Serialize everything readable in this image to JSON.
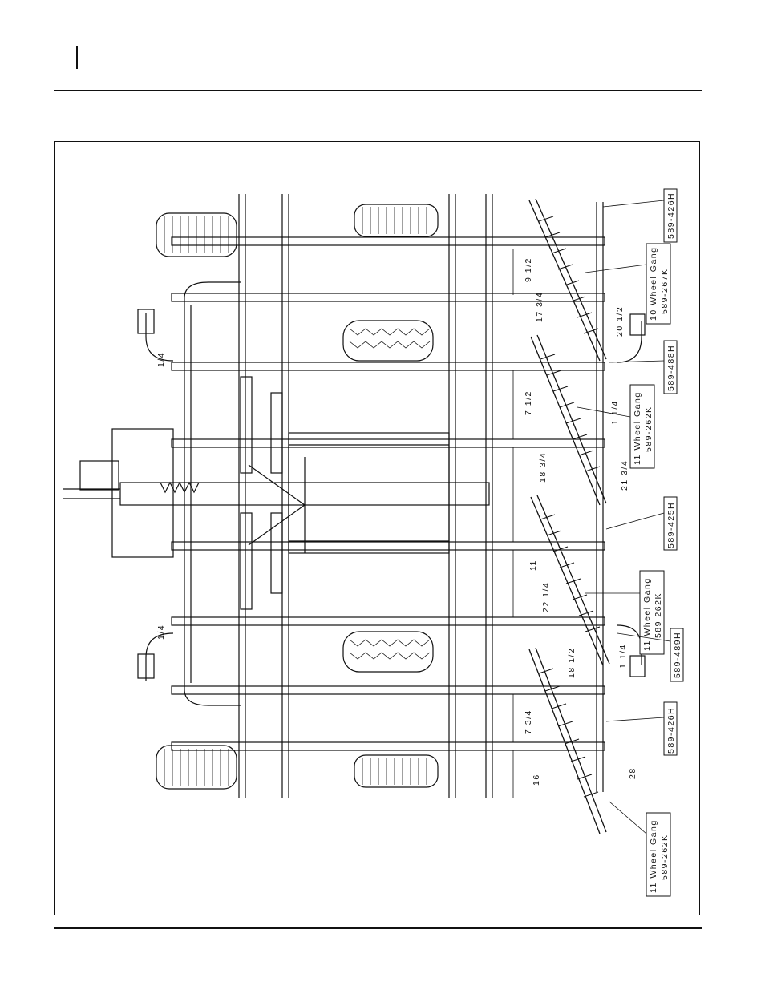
{
  "labels": {
    "l426h_top": "589-426H",
    "g10_l1": "10  Wheel Gang",
    "g10_l2": "589-267K",
    "l488h": "589-488H",
    "g11a_l1": "11  Wheel Gang",
    "g11a_l2": "589-262K",
    "l425h": "589-425H",
    "g11b_l1": "11  Wheel Gang",
    "g11b_l2": "589  262K",
    "l489h": "589-489H",
    "l426h_bot": "589-426H",
    "g11c_l1": "11  Wheel Gang",
    "g11c_l2": "589-262K"
  },
  "dims": {
    "d1": "9  1/2",
    "d2": "17  3/4",
    "d3": "20  1/2",
    "d4": "7  1/2",
    "d5": "1  1/4",
    "d6": "18  3/4",
    "d7": "21  3/4",
    "d8": "11",
    "d9": "22  1/4",
    "d10": "18  1/2",
    "d11": "1  1/4",
    "d12": "7  3/4",
    "d13": "16",
    "d14": "28",
    "d15": "1/4",
    "d16": "1/4"
  }
}
